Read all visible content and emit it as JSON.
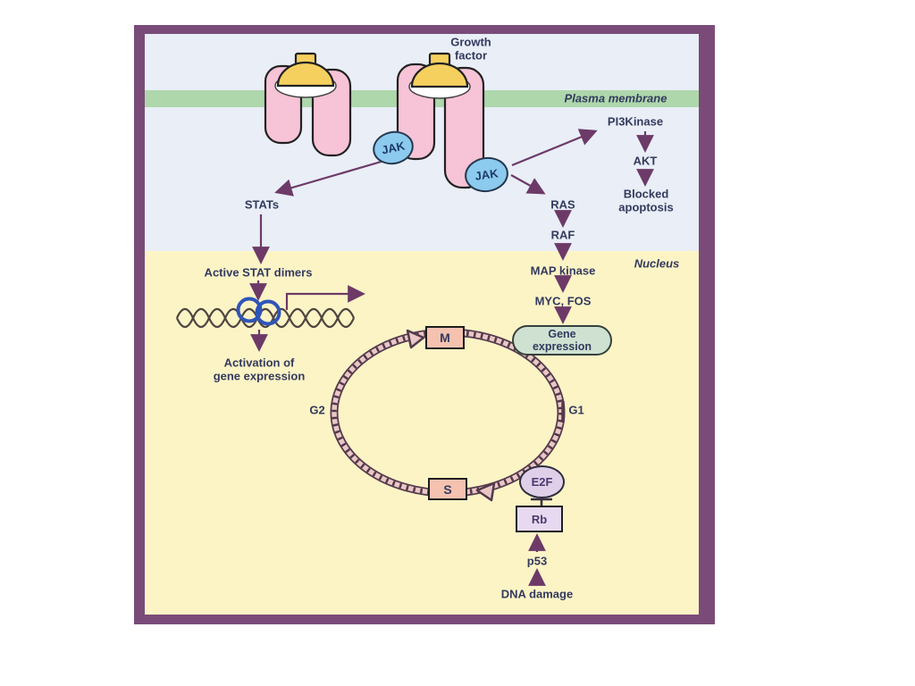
{
  "colors": {
    "frame": "#7a4b79",
    "cytoplasm_bg": "#e9eef7",
    "nucleus_bg": "#fdf4c6",
    "membrane_green": "#aed7ac",
    "arrow": "#6d3a68",
    "receptor_pink": "#f7c3d6",
    "growth_factor_yellow": "#f6d05f",
    "jak_blue": "#8ccaee",
    "phase_box_fill": "#f5c2b0",
    "gene_expression_fill": "#cfe2d2",
    "e2f_fill": "#e0cfe9",
    "rb_fill": "#e7daf0",
    "ring_dark": "#533a4c",
    "ring_light": "#eac7c5",
    "dna_strand": "#4f4540",
    "stat_dimer_blue": "#2f55b8",
    "text": "#333a5e"
  },
  "membrane": {
    "label": "Plasma membrane"
  },
  "nucleus": {
    "label": "Nucleus"
  },
  "receptors": {
    "growth_factor": "Growth\nfactor",
    "jak": "JAK"
  },
  "jak_stat": {
    "stats": "STATs",
    "active_stat_dimers": "Active STAT dimers",
    "activation": "Activation of\ngene expression"
  },
  "pi3k": {
    "pi3kinase": "PI3Kinase",
    "akt": "AKT",
    "blocked_apoptosis": "Blocked\napoptosis"
  },
  "ras": {
    "ras": "RAS",
    "raf": "RAF",
    "map_kinase": "MAP kinase",
    "myc_fos": "MYC, FOS",
    "gene_expression": "Gene\nexpression"
  },
  "cell_cycle": {
    "m": "M",
    "s": "S",
    "g1": "G1",
    "g2": "G2",
    "e2f": "E2F",
    "rb": "Rb",
    "p53": "p53",
    "dna_damage": "DNA damage"
  }
}
